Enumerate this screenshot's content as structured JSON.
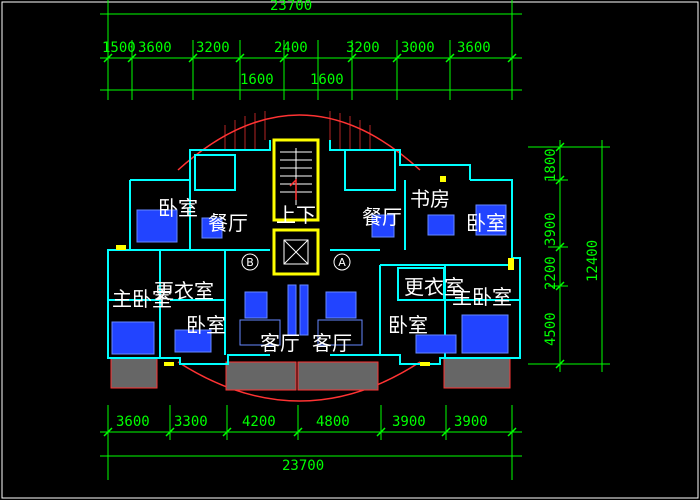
{
  "colors": {
    "background": "#000000",
    "dimension": "#00ff00",
    "wall": "#00ffff",
    "core": "#ffff00",
    "balcony_arc": "#ff3333",
    "furniture": "#2244ff",
    "text": "#ffffff",
    "frame": "#ffffff"
  },
  "dimensions": {
    "top_total": "23700",
    "top_segments": [
      "1500",
      "3600",
      "3200",
      "2400",
      "3200",
      "3000",
      "3600"
    ],
    "top_sub": [
      "1600",
      "1600"
    ],
    "bottom_segments": [
      "3600",
      "3300",
      "4200",
      "4800",
      "3900",
      "3900"
    ],
    "bottom_total": "23700",
    "right_segments": [
      "1800",
      "3900",
      "2200",
      "4500"
    ],
    "right_total": "12400"
  },
  "rooms": {
    "bedroom_nw": "卧室",
    "dining_w": "餐厅",
    "stairs": "上下",
    "dining_e": "餐厅",
    "study": "书房",
    "bedroom_ne": "卧室",
    "dressing_w": "更衣室",
    "master_w": "主卧室",
    "bedroom_sw": "卧室",
    "living_w": "客厅",
    "living_e": "客厅",
    "bedroom_se": "卧室",
    "dressing_e": "更衣室",
    "master_e": "主卧室"
  },
  "axis_marks": {
    "left": "B",
    "right": "A"
  }
}
